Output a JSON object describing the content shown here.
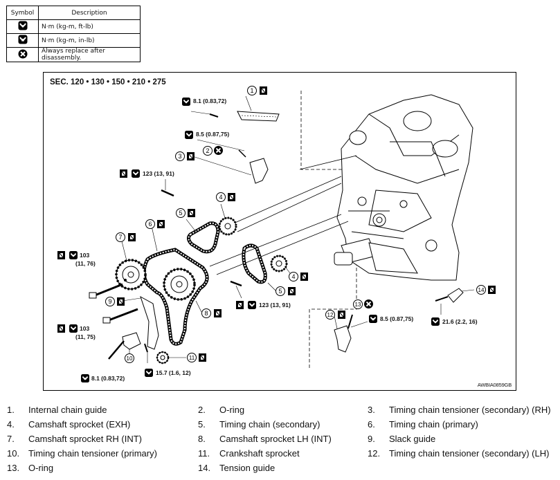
{
  "legend": {
    "header": {
      "symbol": "Symbol",
      "description": "Description"
    },
    "rows": [
      {
        "icon": "torque-wrench-icon",
        "description": "N·m (kg-m, ft-lb)"
      },
      {
        "icon": "torque-wrench-small-icon",
        "description": "N·m (kg-m, in-lb)"
      },
      {
        "icon": "replace-x-icon",
        "description": "Always replace after disassembly."
      }
    ]
  },
  "figure": {
    "section": "SEC. 120 • 130 • 150 • 210 • 275",
    "figure_id": "AWBIA0859GB",
    "specs": {
      "s1": "8.1 (0.83,72)",
      "s2": "8.5 (0.87,75)",
      "s3": "123 (13, 91)",
      "s4a": "103",
      "s4b": "(11, 76)",
      "s5a": "103",
      "s5b": "(11, 75)",
      "s6": "8.1 (0.83,72)",
      "s7": "15.7 (1.6, 12)",
      "s8": "123 (13, 91)",
      "s9": "8.5 (0.87,75)",
      "s10": "21.6 (2.2, 16)"
    },
    "callouts": [
      "1",
      "2",
      "3",
      "4",
      "5",
      "6",
      "7",
      "8",
      "9",
      "10",
      "11",
      "12",
      "13",
      "14"
    ]
  },
  "parts": [
    {
      "num": "1.",
      "name": "Internal chain guide"
    },
    {
      "num": "2.",
      "name": "O-ring"
    },
    {
      "num": "3.",
      "name": "Timing chain tensioner (secondary) (RH)"
    },
    {
      "num": "4.",
      "name": "Camshaft sprocket (EXH)"
    },
    {
      "num": "5.",
      "name": "Timing chain (secondary)"
    },
    {
      "num": "6.",
      "name": "Timing chain (primary)"
    },
    {
      "num": "7.",
      "name": "Camshaft sprocket RH (INT)"
    },
    {
      "num": "8.",
      "name": "Camshaft sprocket LH (INT)"
    },
    {
      "num": "9.",
      "name": "Slack guide"
    },
    {
      "num": "10.",
      "name": "Timing chain tensioner (primary)"
    },
    {
      "num": "11.",
      "name": "Crankshaft sprocket"
    },
    {
      "num": "12.",
      "name": "Timing chain tensioner (secondary) (LH)"
    },
    {
      "num": "13.",
      "name": "O-ring"
    },
    {
      "num": "14.",
      "name": "Tension guide"
    }
  ]
}
